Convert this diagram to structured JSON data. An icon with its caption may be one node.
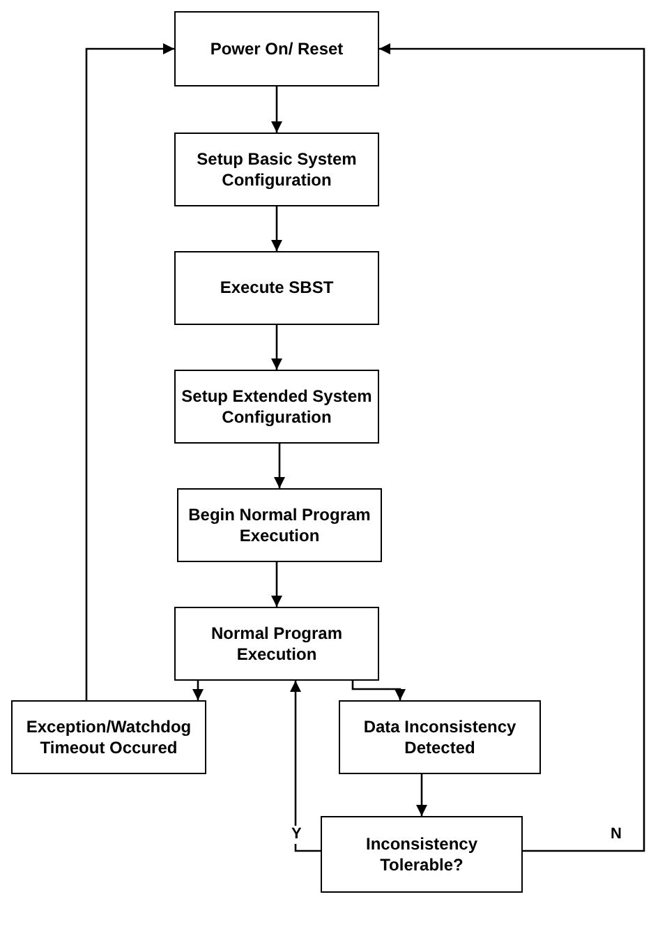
{
  "diagram": {
    "nodes": [
      {
        "text": [
          "Power On/ Reset"
        ]
      },
      {
        "text": [
          "Setup Basic System Configuration"
        ]
      },
      {
        "text": [
          "Execute SBST"
        ]
      },
      {
        "text": [
          "Setup Extended System Configuration"
        ]
      },
      {
        "text": [
          "Begin Normal Program Execution"
        ]
      },
      {
        "text": [
          "Normal Program Execution"
        ]
      },
      {
        "text": [
          "Exception/Watchdog Timeout Occured"
        ]
      },
      {
        "text": [
          "Data Inconsistency Detected"
        ]
      },
      {
        "text": [
          "Inconsistency Tolerable?"
        ]
      }
    ],
    "edges": [
      {
        "from": 0,
        "to": 1,
        "arrow": "to"
      },
      {
        "from": 1,
        "to": 2,
        "arrow": "to"
      },
      {
        "from": 2,
        "to": 3,
        "arrow": "to"
      },
      {
        "from": 3,
        "to": 4,
        "arrow": "to"
      },
      {
        "from": 4,
        "to": 5,
        "arrow": "to"
      },
      {
        "from": 5,
        "to": 6,
        "arrow": "to"
      },
      {
        "from": 5,
        "to": 7,
        "arrow": "to"
      },
      {
        "from": 6,
        "to": 0,
        "arrow": "to"
      },
      {
        "from": 7,
        "to": 8,
        "arrow": "to"
      },
      {
        "from": 8,
        "to": 5,
        "arrow": "to",
        "label": "Y"
      },
      {
        "from": 8,
        "to": 0,
        "arrow": "to",
        "label": "N"
      }
    ]
  }
}
